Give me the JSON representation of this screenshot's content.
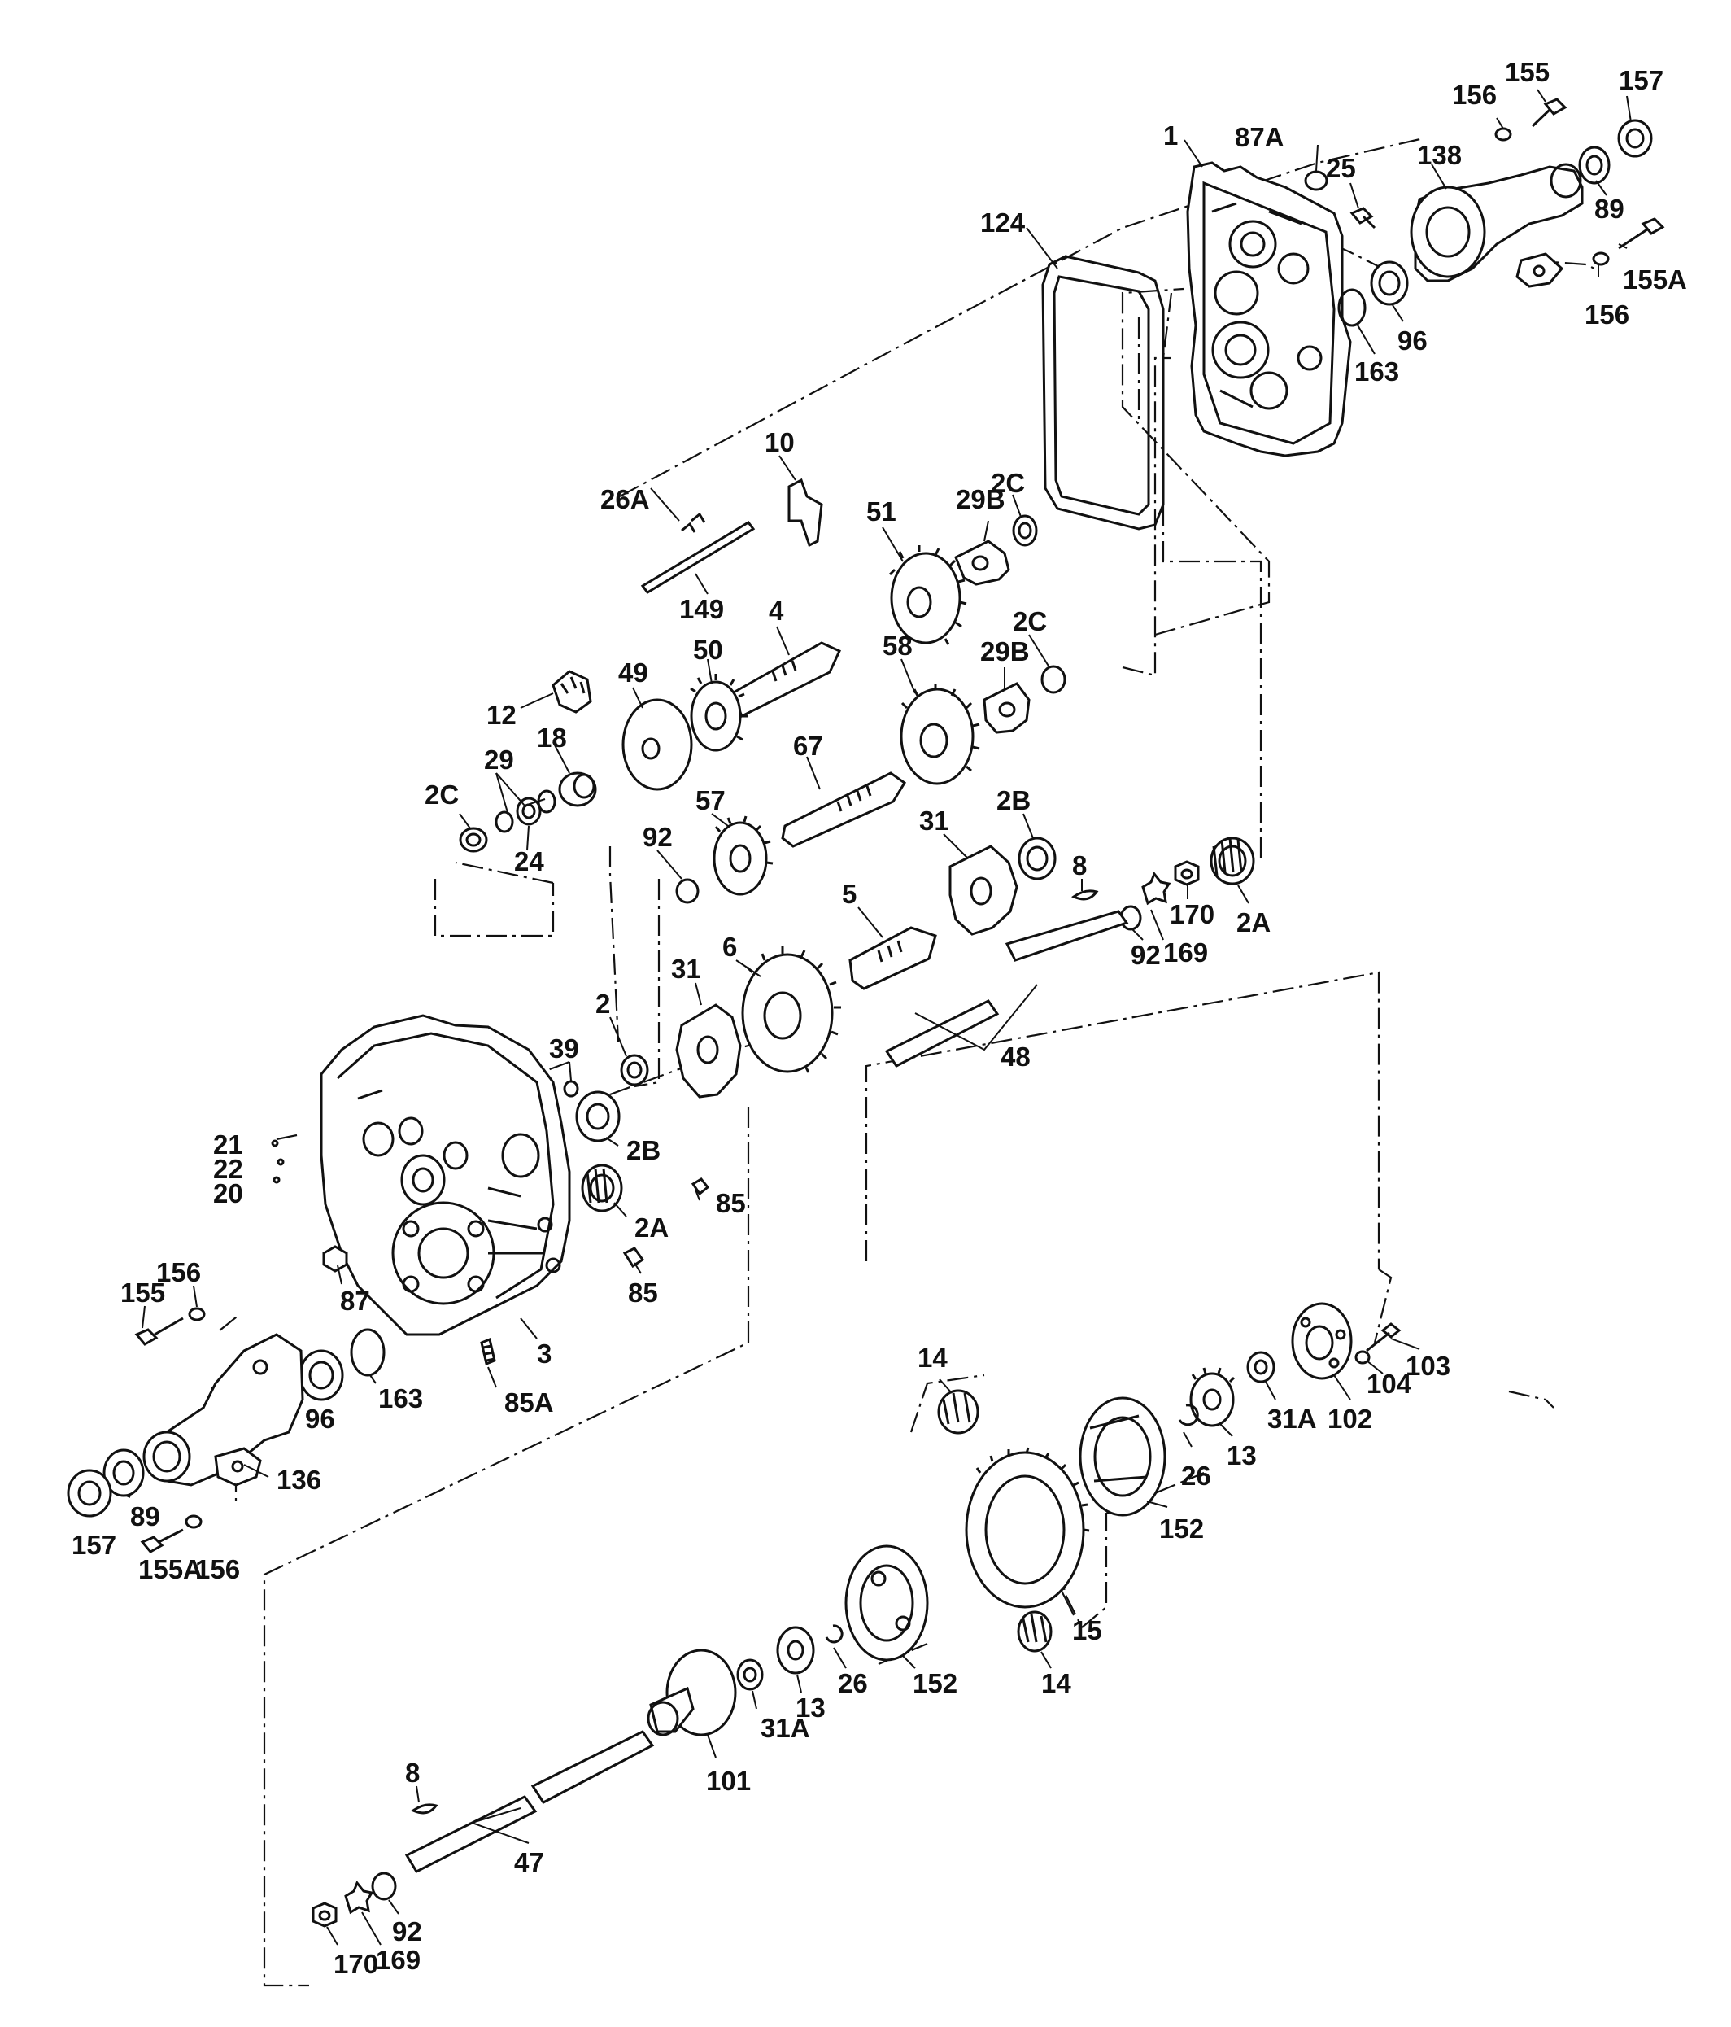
{
  "labels": [
    {
      "id": "1",
      "text": "1"
    },
    {
      "id": "87A_top",
      "text": "87A"
    },
    {
      "id": "25",
      "text": "25"
    },
    {
      "id": "156_top",
      "text": "156"
    },
    {
      "id": "155_top",
      "text": "155"
    },
    {
      "id": "157_top",
      "text": "157"
    },
    {
      "id": "138",
      "text": "138"
    },
    {
      "id": "89_top",
      "text": "89"
    },
    {
      "id": "124",
      "text": "124"
    },
    {
      "id": "155A_top",
      "text": "155A"
    },
    {
      "id": "156_top2",
      "text": "156"
    },
    {
      "id": "96_top",
      "text": "96"
    },
    {
      "id": "163_top",
      "text": "163"
    },
    {
      "id": "10",
      "text": "10"
    },
    {
      "id": "26A",
      "text": "26A"
    },
    {
      "id": "29B_a",
      "text": "29B"
    },
    {
      "id": "2C_a",
      "text": "2C"
    },
    {
      "id": "51",
      "text": "51"
    },
    {
      "id": "149",
      "text": "149"
    },
    {
      "id": "4",
      "text": "4"
    },
    {
      "id": "2C_b",
      "text": "2C"
    },
    {
      "id": "29B_b",
      "text": "29B"
    },
    {
      "id": "50",
      "text": "50"
    },
    {
      "id": "58",
      "text": "58"
    },
    {
      "id": "49",
      "text": "49"
    },
    {
      "id": "12",
      "text": "12"
    },
    {
      "id": "18",
      "text": "18"
    },
    {
      "id": "67",
      "text": "67"
    },
    {
      "id": "29",
      "text": "29"
    },
    {
      "id": "2C_c",
      "text": "2C"
    },
    {
      "id": "24",
      "text": "24"
    },
    {
      "id": "57",
      "text": "57"
    },
    {
      "id": "31_a",
      "text": "31"
    },
    {
      "id": "2B_a",
      "text": "2B"
    },
    {
      "id": "92_a",
      "text": "92"
    },
    {
      "id": "8_a",
      "text": "8"
    },
    {
      "id": "5",
      "text": "5"
    },
    {
      "id": "170_a",
      "text": "170"
    },
    {
      "id": "2A_a",
      "text": "2A"
    },
    {
      "id": "6",
      "text": "6"
    },
    {
      "id": "92_b",
      "text": "92"
    },
    {
      "id": "169_a",
      "text": "169"
    },
    {
      "id": "31_b",
      "text": "31"
    },
    {
      "id": "2",
      "text": "2"
    },
    {
      "id": "39",
      "text": "39"
    },
    {
      "id": "48",
      "text": "48"
    },
    {
      "id": "21",
      "text": "21"
    },
    {
      "id": "22",
      "text": "22"
    },
    {
      "id": "20",
      "text": "20"
    },
    {
      "id": "2B_b",
      "text": "2B"
    },
    {
      "id": "85_a",
      "text": "85"
    },
    {
      "id": "2A_b",
      "text": "2A"
    },
    {
      "id": "85_b",
      "text": "85"
    },
    {
      "id": "156_mid",
      "text": "156"
    },
    {
      "id": "155_mid",
      "text": "155"
    },
    {
      "id": "87",
      "text": "87"
    },
    {
      "id": "3",
      "text": "3"
    },
    {
      "id": "96_mid",
      "text": "96"
    },
    {
      "id": "163_mid",
      "text": "163"
    },
    {
      "id": "85A",
      "text": "85A"
    },
    {
      "id": "136",
      "text": "136"
    },
    {
      "id": "89_mid",
      "text": "89"
    },
    {
      "id": "157_mid",
      "text": "157"
    },
    {
      "id": "155A_mid",
      "text": "155A"
    },
    {
      "id": "156_mid2",
      "text": "156"
    },
    {
      "id": "14_a",
      "text": "14"
    },
    {
      "id": "103",
      "text": "103"
    },
    {
      "id": "104",
      "text": "104"
    },
    {
      "id": "102",
      "text": "102"
    },
    {
      "id": "31A_a",
      "text": "31A"
    },
    {
      "id": "13_a",
      "text": "13"
    },
    {
      "id": "26_a",
      "text": "26"
    },
    {
      "id": "152_a",
      "text": "152"
    },
    {
      "id": "15",
      "text": "15"
    },
    {
      "id": "14_b",
      "text": "14"
    },
    {
      "id": "152_b",
      "text": "152"
    },
    {
      "id": "26_b",
      "text": "26"
    },
    {
      "id": "13_b",
      "text": "13"
    },
    {
      "id": "31A_b",
      "text": "31A"
    },
    {
      "id": "101",
      "text": "101"
    },
    {
      "id": "8_b",
      "text": "8"
    },
    {
      "id": "47",
      "text": "47"
    },
    {
      "id": "92_c",
      "text": "92"
    },
    {
      "id": "169_b",
      "text": "169"
    },
    {
      "id": "170_b",
      "text": "170"
    }
  ]
}
